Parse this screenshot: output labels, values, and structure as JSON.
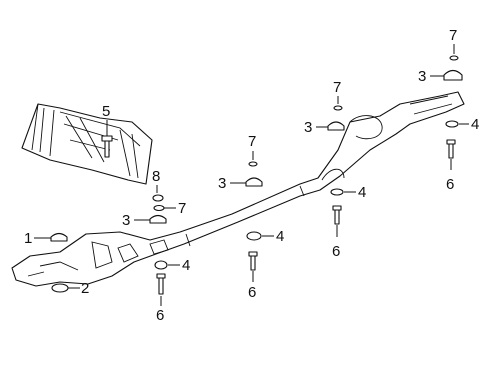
{
  "diagram": {
    "callouts": [
      {
        "id": "c5",
        "label": "5",
        "part": "bolt"
      },
      {
        "id": "c8",
        "label": "8",
        "part": "washer"
      },
      {
        "id": "c7a",
        "label": "7",
        "part": "washer"
      },
      {
        "id": "c3a",
        "label": "3",
        "part": "insulator"
      },
      {
        "id": "c1",
        "label": "1",
        "part": "insulator"
      },
      {
        "id": "c2",
        "label": "2",
        "part": "spacer"
      },
      {
        "id": "c4a",
        "label": "4",
        "part": "spacer"
      },
      {
        "id": "c6a",
        "label": "6",
        "part": "bolt"
      },
      {
        "id": "c7b",
        "label": "7",
        "part": "washer"
      },
      {
        "id": "c3b",
        "label": "3",
        "part": "insulator"
      },
      {
        "id": "c4b",
        "label": "4",
        "part": "spacer"
      },
      {
        "id": "c6b",
        "label": "6",
        "part": "bolt"
      },
      {
        "id": "c4c",
        "label": "4",
        "part": "spacer"
      },
      {
        "id": "c6c",
        "label": "6",
        "part": "bolt"
      },
      {
        "id": "c7c",
        "label": "7",
        "part": "washer"
      },
      {
        "id": "c3c",
        "label": "3",
        "part": "insulator"
      },
      {
        "id": "c7d",
        "label": "7",
        "part": "washer"
      },
      {
        "id": "c3d",
        "label": "3",
        "part": "insulator"
      },
      {
        "id": "c4d",
        "label": "4",
        "part": "spacer"
      },
      {
        "id": "c6d",
        "label": "6",
        "part": "bolt"
      }
    ]
  }
}
